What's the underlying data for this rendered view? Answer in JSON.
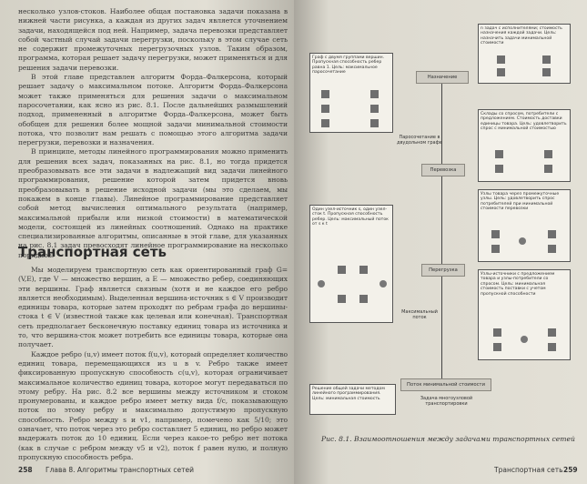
{
  "left_page": {
    "top_text": [
      "несколько узлов-стоков. Наиболее общая постановка задачи показана в нижней части рисунка, а каждая из других задач является уточнением задачи, находящейся под ней. Например, задача перевозки представляет собой частный случай задачи перегрузки, поскольку в этом случае сеть не содержит промежуточных перегрузочных узлов. Таким образом, программа, которая решает задачу перегрузки, может применяться и для решения задачи перевозки.",
      "В этой главе представлен алгоритм Форда–Фалкерсона, который решает задачу о максимальном потоке. Алгоритм Форда–Фалкерсона может также применяться для решения задачи о максимальном паросочетании, как ясно из рис. 8.1. После дальнейших размышлений подход, примененный в алгоритме Форда–Фалкерсона, может быть обобщен для решения более мощной задачи минимальной стоимости потока, что позволит нам решать с помощью этого алгоритма задачи перегрузки, перевозки и назначения.",
      "В принципе, методы линейного программирования можно применить для решения всех задач, показанных на рис. 8.1, но тогда придется преобразовывать все эти задачи в надлежащий вид задачи линейного программирования, решение которой затем придется вновь преобразовывать в решение исходной задачи (мы это сделаем, мы покажем в конце главы). Линейное программирование представляет собой метод вычисления оптимального результата (например, максимальной прибыли или низкой стоимости) в математической модели, состоящей из линейных соотношений. Однако на практике специализированные алгоритмы, описанные в этой главе, для указанных на рис. 8.1 задач превосходят линейное программирование на несколько порядков."
    ],
    "section_title": "Транспортная сеть",
    "bottom_text": [
      "Мы моделируем транспортную сеть как ориентированный граф G=(V,E), где V — множество вершин, а E — множество ребер, соединяющих эти вершины. Граф является связным (хотя и не каждое его ребро является необходимым). Выделенная вершина-источник s ∈ V производит единицы товара, которые затем проходят по ребрам графа до вершины-стока t ∈ V (известной также как целевая или конечная). Транспортная сеть предполагает бесконечную поставку единиц товара из источника и то, что вершина-сток может потребить все единицы товара, которые она получает.",
      "Каждое ребро (u,v) имеет поток f(u,v), который определяет количество единиц товара, перемещающихся из u в v. Ребро также имеет фиксированную пропускную способность c(u,v), которая ограничивает максимальное количество единиц товара, которое могут передаваться по этому ребру. На рис. 8.2 все вершины между источником и стоком пронумерованы, и каждое ребро имеет метку вида f/c, показывающую поток по этому ребру и максимально допустимую пропускную способность. Ребро между s и v1, например, помечено как 5/10; это означает, что поток через это ребро составляет 5 единиц, но ребро может выдержать поток до 10 единиц. Если через какое-то ребро нет потока (как в случае с ребром между v5 и v2), поток f равен нулю, и полную пропускную способность ребра."
    ],
    "footer_page": "258",
    "footer_chapter": "Глава 8. Алгоритмы транспортных сетей"
  },
  "right_page": {
    "nodes": {
      "assignment": "Назначение",
      "bipartite": "Паросочетание в двудольном графе",
      "transport": "Перевозка",
      "transship": "Перегрузка",
      "maxflow": "Максимальный поток",
      "mincost": "Поток минимальной стоимости",
      "general": "Задача многоузловой транспортировки"
    },
    "boxes": {
      "top_left": "Граф с двумя группами вершин. Пропускная способность ребер равна 1. Цель: максимальное паросочетание",
      "top_right": "n задач с исполнителями; стоимость назначения каждой задачи. Цель: назначить задачи минимальной стоимости",
      "mid_right_1": "Склады со спросом, потребители с предложением. Стоимость доставки единицы товара. Цель: удовлетворить спрос с минимальной стоимостью",
      "mid_right_2": "Узлы товара через промежуточные узлы. Цель: удовлетворить спрос потребителей при минимальной стоимости перевозки",
      "mid_left": "Один узел-источник s, один узел-сток t. Пропускная способность ребер. Цель: максимальный поток от s к t",
      "low_right": "Узлы-источники с предложением товара и узлы-потребители со спросом. Цель: минимальная стоимость поставки с учетом пропускной способности",
      "bottom_left": "Решение общей задачи методом линейного программирования. Цель: минимальная стоимость"
    },
    "caption": "Рис. 8.1. Взаимоотношения между задачами транспортных сетей",
    "footer_chapter": "Транспортная сеть",
    "footer_page": "259"
  }
}
